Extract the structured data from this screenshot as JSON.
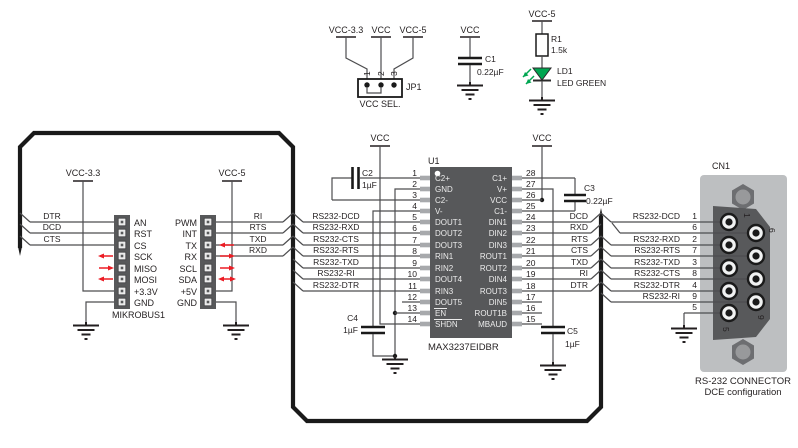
{
  "colors": {
    "led_green": "#00a651",
    "arrow_red": "#ec1c24",
    "ic_body": "#57585a",
    "db9_shell": "#bdbfc1"
  },
  "power": {
    "vcc33": "VCC-3.3",
    "vcc": "VCC",
    "vcc5": "VCC-5",
    "vcc_c1": "VCC",
    "vcc_led": "VCC-5",
    "vcc_mikrobus": "VCC-3.3",
    "vcc_header": "VCC-5",
    "vcc_shdn": "VCC",
    "vcc_ic": "VCC"
  },
  "jumper": {
    "ref": "JP1",
    "label": "VCC SEL.",
    "pins": [
      "1",
      "2",
      "3"
    ]
  },
  "caps": {
    "c1": {
      "ref": "C1",
      "value": "0.22µF"
    },
    "c2": {
      "ref": "C2",
      "value": "1µF"
    },
    "c3": {
      "ref": "C3",
      "value": "0.22µF"
    },
    "c4": {
      "ref": "C4",
      "value": "1µF"
    },
    "c5": {
      "ref": "C5",
      "value": "1µF"
    }
  },
  "resistor": {
    "ref": "R1",
    "value": "1.5k"
  },
  "led": {
    "ref": "LD1",
    "label": "LED GREEN"
  },
  "mikrobus": {
    "label": "MIKROBUS1",
    "signals": [
      "DTR",
      "DCD",
      "CTS"
    ],
    "pins": [
      "AN",
      "RST",
      "CS",
      "SCK",
      "MISO",
      "MOSI",
      "+3.3V",
      "GND"
    ]
  },
  "header2": {
    "pins": [
      "PWM",
      "INT",
      "TX",
      "RX",
      "SCL",
      "SDA",
      "+5V",
      "GND"
    ],
    "signals": [
      "RI",
      "RTS",
      "TXD",
      "RXD"
    ]
  },
  "ic": {
    "ref": "U1",
    "part": "MAX3237EIDBR",
    "left_pins": [
      {
        "num": "1",
        "name": "C2+"
      },
      {
        "num": "2",
        "name": "GND"
      },
      {
        "num": "3",
        "name": "C2-"
      },
      {
        "num": "4",
        "name": "V-"
      },
      {
        "num": "5",
        "name": "DOUT1"
      },
      {
        "num": "6",
        "name": "DOUT2"
      },
      {
        "num": "7",
        "name": "DOUT3"
      },
      {
        "num": "8",
        "name": "RIN1"
      },
      {
        "num": "9",
        "name": "RIN2"
      },
      {
        "num": "10",
        "name": "DOUT4"
      },
      {
        "num": "11",
        "name": "RIN3"
      },
      {
        "num": "12",
        "name": "DOUT5"
      },
      {
        "num": "13",
        "name": "EN"
      },
      {
        "num": "14",
        "name": "SHDN"
      }
    ],
    "right_pins": [
      {
        "num": "28",
        "name": "C1+"
      },
      {
        "num": "27",
        "name": "V+"
      },
      {
        "num": "26",
        "name": "VCC"
      },
      {
        "num": "25",
        "name": "C1-"
      },
      {
        "num": "24",
        "name": "DIN1"
      },
      {
        "num": "23",
        "name": "DIN2"
      },
      {
        "num": "22",
        "name": "DIN3"
      },
      {
        "num": "21",
        "name": "ROUT1"
      },
      {
        "num": "20",
        "name": "ROUT2"
      },
      {
        "num": "19",
        "name": "DIN4"
      },
      {
        "num": "18",
        "name": "ROUT3"
      },
      {
        "num": "17",
        "name": "DIN5"
      },
      {
        "num": "16",
        "name": "ROUT1B"
      },
      {
        "num": "15",
        "name": "MBAUD"
      }
    ],
    "left_wires": [
      "RS232-DCD",
      "RS232-RXD",
      "RS232-CTS",
      "RS232-RTS",
      "RS232-TXD",
      "RS232-RI",
      "RS232-DTR"
    ],
    "right_wires": [
      "DCD",
      "RXD",
      "RTS",
      "CTS",
      "TXD",
      "RI",
      "DTR"
    ]
  },
  "db9": {
    "ref": "CN1",
    "title1": "RS-232 CONNECTOR",
    "title2": "DCE configuration",
    "wires": [
      {
        "label": "RS232-DCD",
        "pin": "1"
      },
      {
        "label": "",
        "pin": "6"
      },
      {
        "label": "RS232-RXD",
        "pin": "2"
      },
      {
        "label": "RS232-RTS",
        "pin": "7"
      },
      {
        "label": "RS232-TXD",
        "pin": "3"
      },
      {
        "label": "RS232-CTS",
        "pin": "8"
      },
      {
        "label": "RS232-DTR",
        "pin": "4"
      },
      {
        "label": "RS232-RI",
        "pin": "9"
      },
      {
        "label": "",
        "pin": "5"
      }
    ],
    "inner_pins": [
      "1",
      "6",
      "5",
      "9"
    ]
  }
}
